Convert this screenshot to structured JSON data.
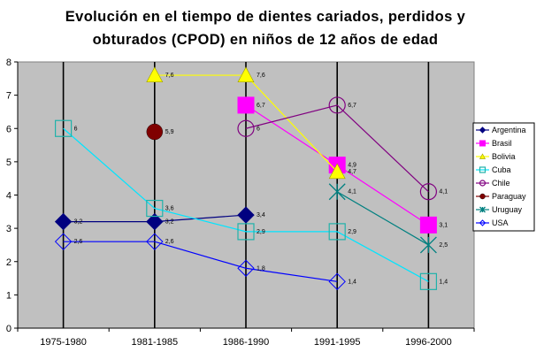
{
  "chart_data": {
    "type": "line",
    "title": "Evolución en el tiempo de dientes cariados, perdidos y obturados (CPOD) en niños de 12 años de edad",
    "title_lines": [
      "Evolución en el tiempo de dientes cariados, perdidos y",
      "obturados (CPOD) en niños de 12 años de edad"
    ],
    "categories": [
      "1975-1980",
      "1981-1985",
      "1986-1990",
      "1991-1995",
      "1996-2000"
    ],
    "ylim": [
      0,
      8
    ],
    "yticks": [
      "0",
      "1",
      "2",
      "3",
      "4",
      "5",
      "6",
      "7",
      "8"
    ],
    "grid": false,
    "plot_background": "#c0c0c0",
    "legend_position": "right",
    "series": [
      {
        "name": "Argentina",
        "color": "#000080",
        "marker": "diamond-filled",
        "values": [
          3.2,
          3.2,
          3.4,
          null,
          null
        ],
        "labels": [
          "3,2",
          "3,2",
          "3,4",
          "",
          ""
        ]
      },
      {
        "name": "Brasil",
        "color": "#ff00ff",
        "marker": "square-filled",
        "values": [
          null,
          null,
          6.7,
          4.9,
          3.1
        ],
        "labels": [
          "",
          "",
          "6,7",
          "4,9",
          "3,1"
        ]
      },
      {
        "name": "Bolivia",
        "color": "#ffff00",
        "marker": "triangle-filled",
        "values": [
          null,
          7.6,
          7.6,
          4.7,
          null
        ],
        "labels": [
          "",
          "7,6",
          "7,6",
          "4,7",
          ""
        ]
      },
      {
        "name": "Cuba",
        "color": "#00ffff",
        "marker": "square-open",
        "values": [
          6,
          3.6,
          2.9,
          2.9,
          1.4
        ],
        "labels": [
          "6",
          "3,6",
          "2,9",
          "2,9",
          "1,4"
        ]
      },
      {
        "name": "Chile",
        "color": "#800080",
        "marker": "circle-open",
        "values": [
          null,
          null,
          6,
          6.7,
          4.1
        ],
        "labels": [
          "",
          "",
          "6",
          "6,7",
          "4,1"
        ]
      },
      {
        "name": "Paraguay",
        "color": "#800000",
        "marker": "circle-filled",
        "values": [
          null,
          5.9,
          null,
          null,
          null
        ],
        "labels": [
          "",
          "5,9",
          "",
          "",
          ""
        ]
      },
      {
        "name": "Uruguay",
        "color": "#008080",
        "marker": "star",
        "values": [
          null,
          null,
          null,
          4.1,
          2.5
        ],
        "labels": [
          "",
          "",
          "",
          "4,1",
          "2,5"
        ]
      },
      {
        "name": "USA",
        "color": "#0000ff",
        "marker": "diamond-open",
        "values": [
          2.6,
          2.6,
          1.8,
          1.4,
          null
        ],
        "labels": [
          "2,6",
          "2,6",
          "1,8",
          "1,4",
          ""
        ]
      }
    ]
  }
}
